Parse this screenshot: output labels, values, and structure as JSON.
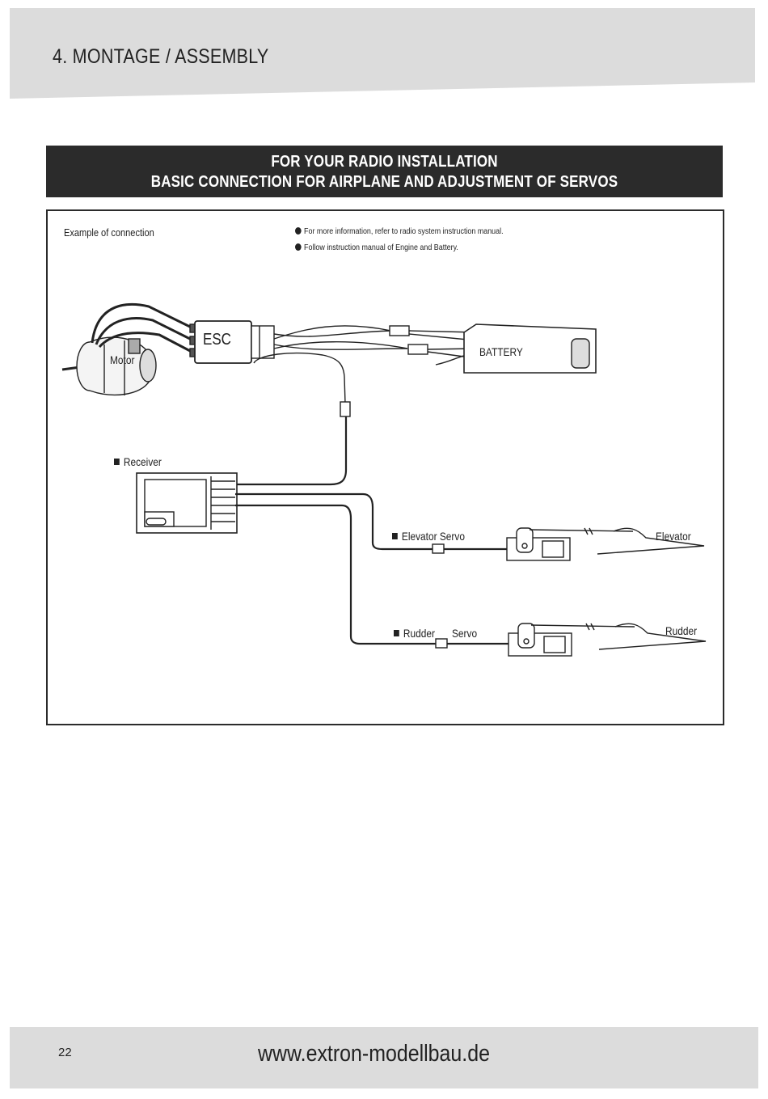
{
  "header": {
    "title": "4. MONTAGE / ASSEMBLY"
  },
  "banner": {
    "line1": "FOR YOUR RADIO INSTALLATION",
    "line2": "BASIC CONNECTION FOR AIRPLANE AND ADJUSTMENT OF SERVOS"
  },
  "diagram": {
    "example_label": "Example of connection",
    "notes": [
      "For more information, refer to radio system instruction manual.",
      "Follow instruction manual of Engine and Battery."
    ],
    "labels": {
      "motor": "Motor",
      "esc": "ESC",
      "battery": "BATTERY",
      "receiver": "Receiver",
      "elevator_servo": "Elevator Servo",
      "elevator": "Elevator",
      "rudder_servo_a": "Rudder",
      "rudder_servo_b": "Servo",
      "rudder": "Rudder"
    }
  },
  "footer": {
    "page_number": "22",
    "url": "www.extron-modellbau.de"
  }
}
